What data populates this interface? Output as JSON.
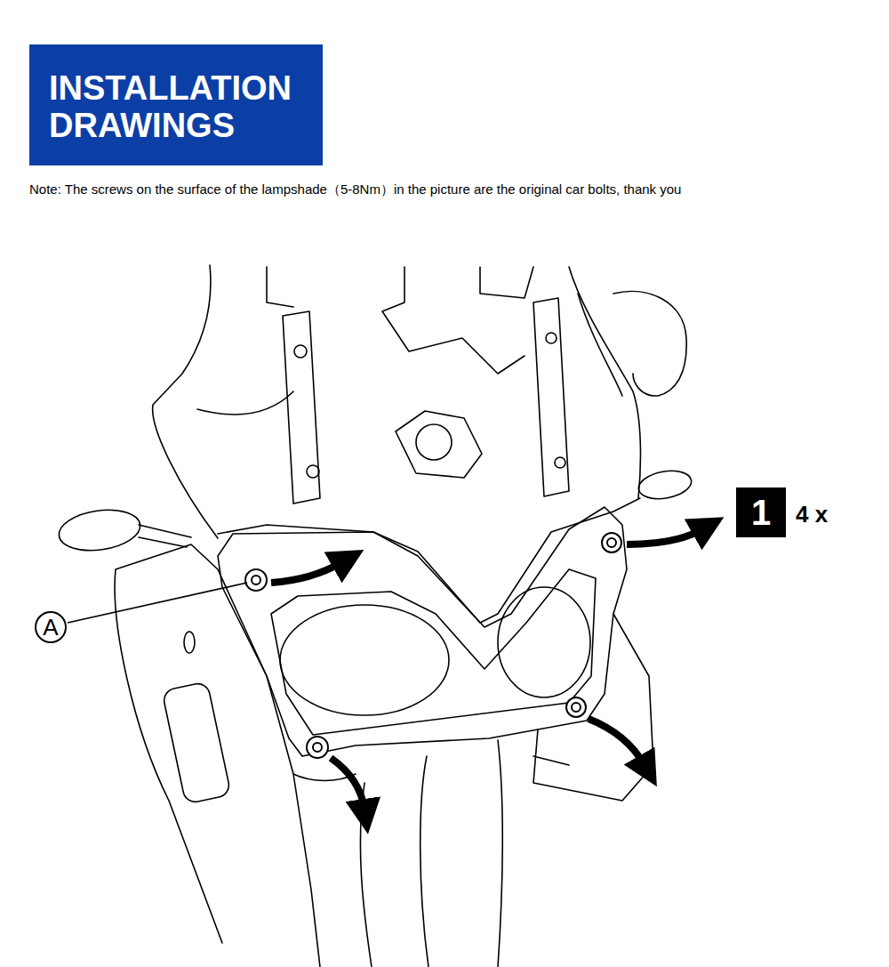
{
  "diagram": {
    "title": "INSTALLATION DRAWINGS",
    "nodes": [
      {
        "text": [
          "A"
        ]
      },
      {
        "text": [
          "1"
        ]
      }
    ],
    "labels": [
      "Note: The screws on the surface of the lampshade（5-8Nm）in the picture are the original car bolts, thank you",
      "4 x"
    ]
  }
}
